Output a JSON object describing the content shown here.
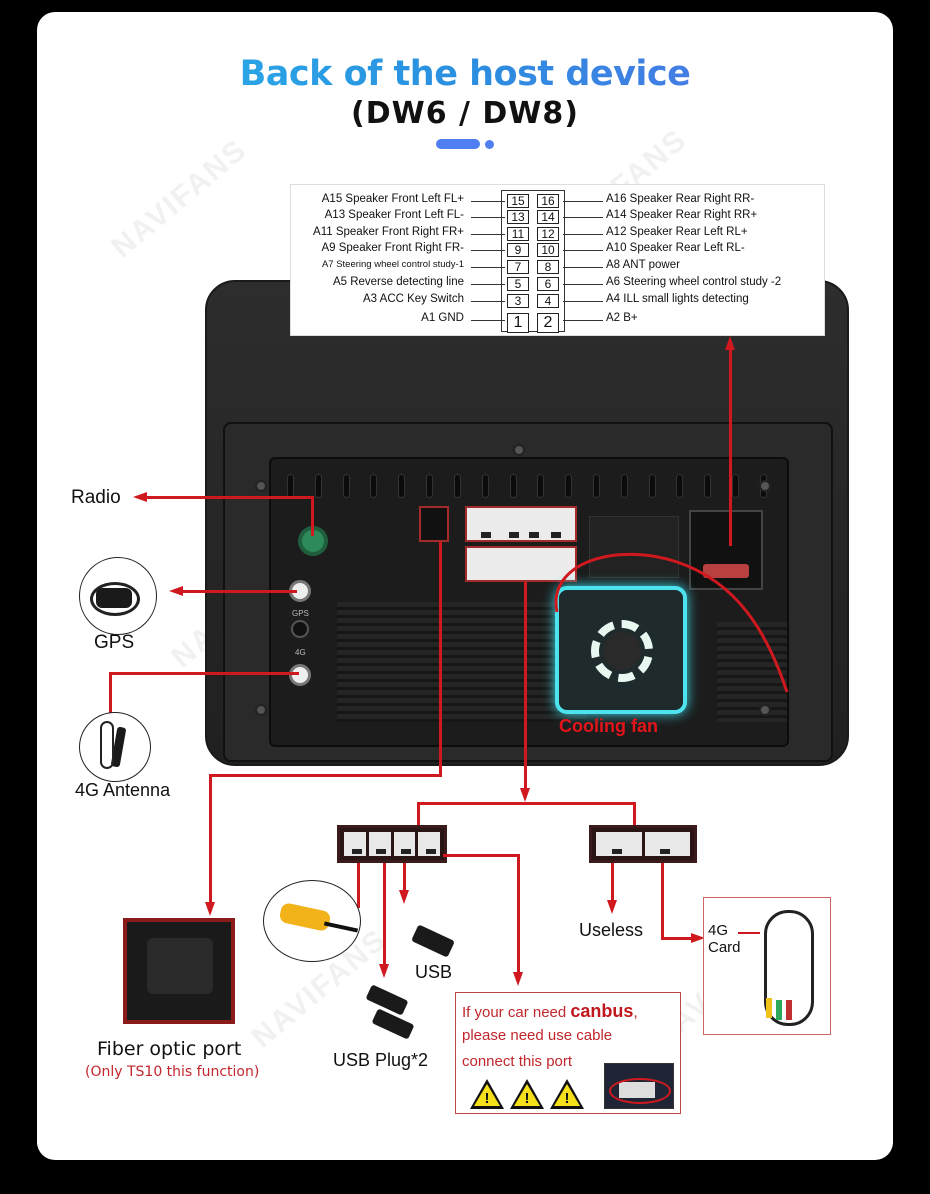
{
  "header": {
    "title": "Back of the host device",
    "subtitle": "(DW6 / DW8)"
  },
  "watermark": "NAVIFANS",
  "pinout": {
    "left": [
      {
        "id": "A15",
        "desc": "Speaker Front Left FL+",
        "pin": "15"
      },
      {
        "id": "A13",
        "desc": "Speaker Front Left FL-",
        "pin": "13"
      },
      {
        "id": "A11",
        "desc": "Speaker Front Right FR+",
        "pin": "11"
      },
      {
        "id": "A9",
        "desc": "Speaker Front Right FR-",
        "pin": "9"
      },
      {
        "id": "A7",
        "desc": "Steering wheel control study-1",
        "pin": "7"
      },
      {
        "id": "A5",
        "desc": "Reverse detecting line",
        "pin": "5"
      },
      {
        "id": "A3",
        "desc": "ACC Key Switch",
        "pin": "3"
      },
      {
        "id": "A1",
        "desc": "GND",
        "pin": "1"
      }
    ],
    "right": [
      {
        "id": "A16",
        "desc": "Speaker Rear Right RR-",
        "pin": "16"
      },
      {
        "id": "A14",
        "desc": "Speaker Rear Right RR+",
        "pin": "14"
      },
      {
        "id": "A12",
        "desc": "Speaker Rear Left RL+",
        "pin": "12"
      },
      {
        "id": "A10",
        "desc": "Speaker Rear Left RL-",
        "pin": "10"
      },
      {
        "id": "A8",
        "desc": "ANT power",
        "pin": "8"
      },
      {
        "id": "A6",
        "desc": "Steering wheel control study -2",
        "pin": "6"
      },
      {
        "id": "A4",
        "desc": "ILL small lights detecting",
        "pin": "4"
      },
      {
        "id": "A2",
        "desc": "B+",
        "pin": "2"
      }
    ]
  },
  "device": {
    "port_labels": {
      "gps": "GPS",
      "fourg": "4G"
    },
    "cooling_fan_label": "Cooling fan"
  },
  "callouts": {
    "radio": "Radio",
    "gps": "GPS",
    "antenna_4g": "4G Antenna",
    "usb": "USB",
    "usb_plug": "USB Plug*2",
    "useless": "Useless",
    "card_4g_line1": "4G",
    "card_4g_line2": "Card",
    "fiber_title": "Fiber optic port",
    "fiber_note": "(Only TS10 this function)"
  },
  "canbus_note": {
    "line1_prefix": "If your car need ",
    "line1_bold": "canbus",
    "line1_suffix": ",",
    "line2": "please need use cable",
    "line3": "connect this port",
    "warning_symbol": "!"
  },
  "colors": {
    "accent_blue": "#4f7ff0",
    "annotation_red": "#d0191f",
    "fan_glow": "#4de3ee"
  }
}
